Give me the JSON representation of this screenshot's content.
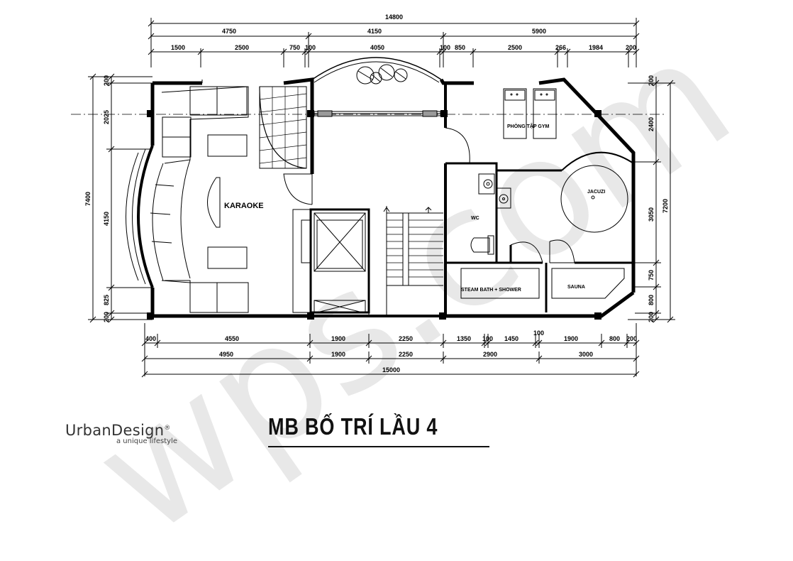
{
  "title": "MB BỐ TRÍ LẦU 4",
  "brand": {
    "name": "UrbanDesign",
    "reg": "®",
    "tagline": "a unique lifestyle"
  },
  "watermark": "wps.com",
  "rooms": {
    "karaoke": "KARAOKE",
    "gym": "PHÒNG TẬP GYM",
    "jacuzi": "JACUZI",
    "wc": "WC",
    "steam": "STEAM BATH + SHOWER",
    "sauna": "SAUNA"
  },
  "dimensions": {
    "top_total": "14800",
    "top_mid": [
      "4750",
      "4150",
      "5900"
    ],
    "top_detail": [
      "1500",
      "2500",
      "750",
      "100",
      "4050",
      "100",
      "850",
      "2500",
      "266",
      "1984",
      "200"
    ],
    "bottom_detail": [
      "400",
      "4550",
      "1900",
      "2250",
      "1350",
      "100",
      "1450",
      "100",
      "1900",
      "800",
      "200"
    ],
    "bottom_mid": [
      "4950",
      "1900",
      "2250",
      "2900",
      "3000"
    ],
    "bottom_total": "15000",
    "left_outer": "7400",
    "left_inner": [
      "200",
      "2025",
      "4150",
      "825",
      "200"
    ],
    "right_outer": "7200",
    "right_inner": [
      "200",
      "2400",
      "3050",
      "750",
      "800",
      "200"
    ]
  },
  "colors": {
    "line": "#000000",
    "wall": "#000000",
    "watermark": "#e6e6e6"
  }
}
